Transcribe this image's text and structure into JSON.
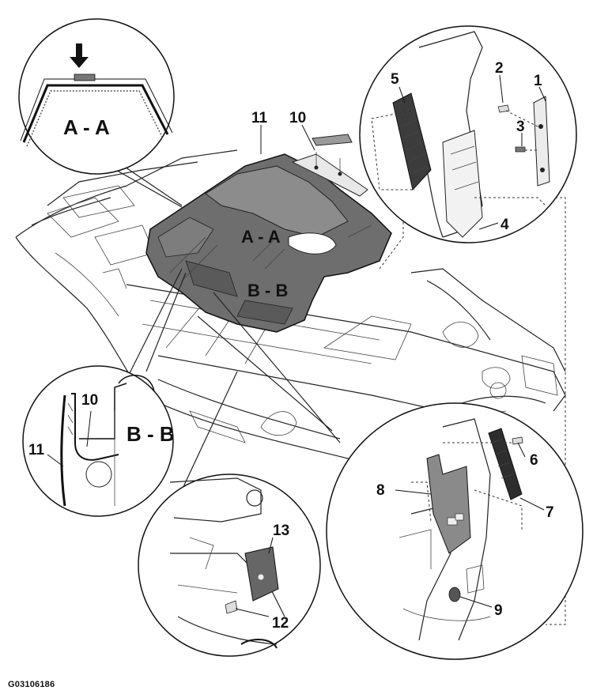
{
  "figure_id": "G03106186",
  "section_labels": {
    "aa_main": "A - A",
    "bb_main": "B - B",
    "aa_detail": "A - A",
    "bb_detail": "B - B"
  },
  "callouts": {
    "c1": "1",
    "c2": "2",
    "c3": "3",
    "c4": "4",
    "c5": "5",
    "c6": "6",
    "c7": "7",
    "c8": "8",
    "c9": "9",
    "c10_main": "10",
    "c10_detail": "10",
    "c11_main": "11",
    "c11_detail": "11",
    "c12": "12",
    "c13": "13"
  }
}
